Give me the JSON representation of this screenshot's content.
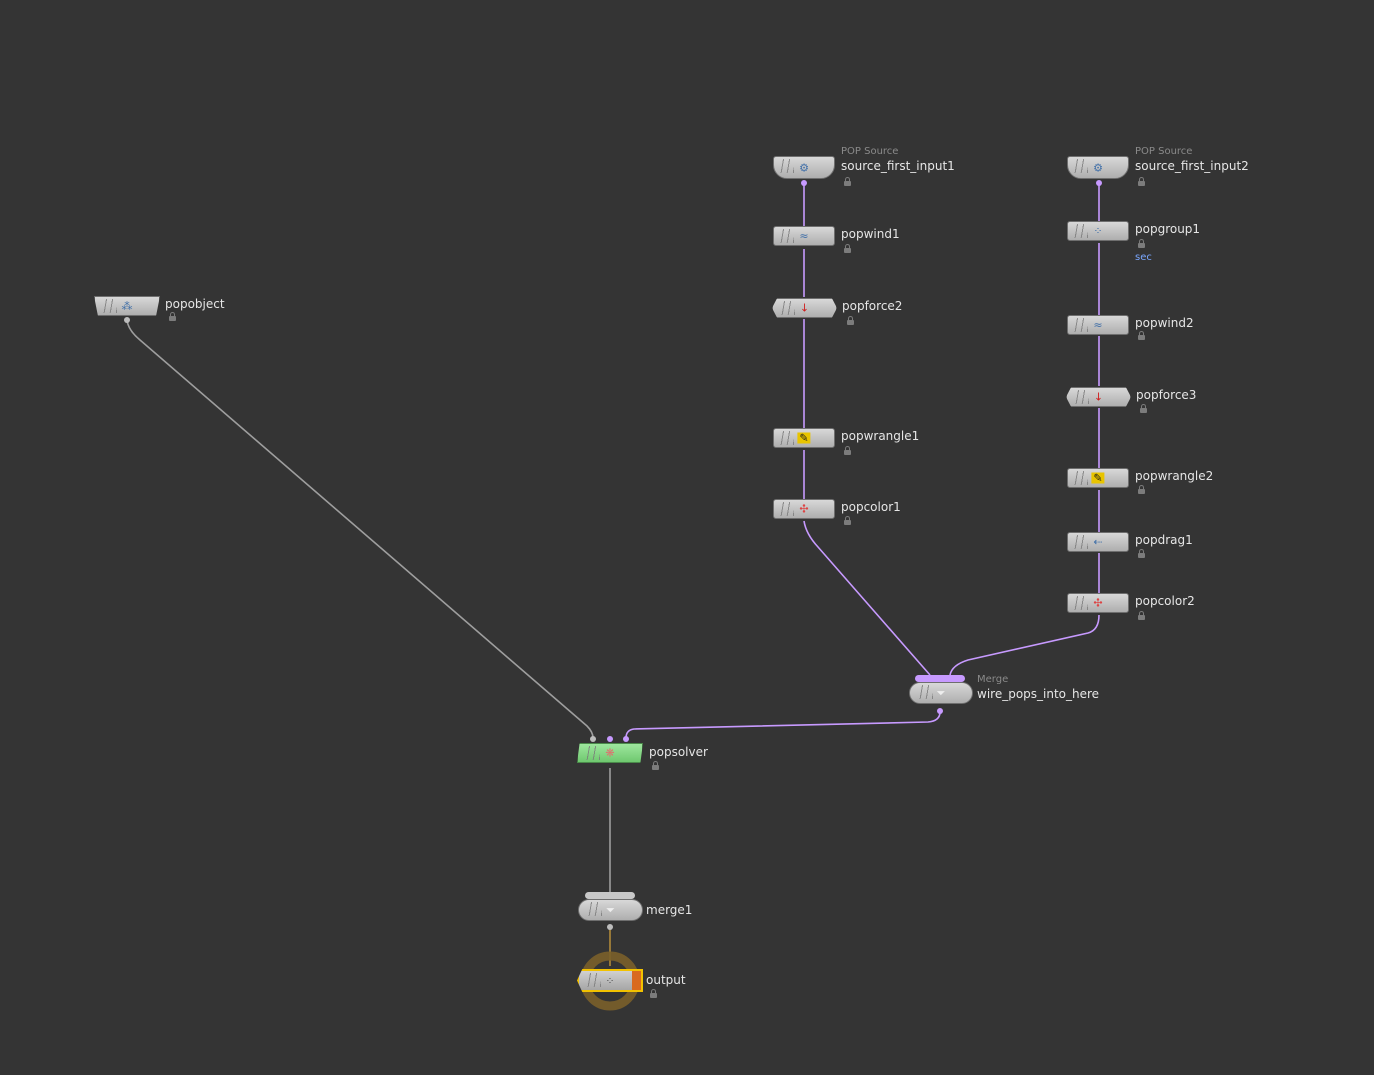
{
  "nodes": {
    "source1": {
      "type": "POP Source",
      "name": "source_first_input1",
      "icon": "pop-source-icon"
    },
    "source2": {
      "type": "POP Source",
      "name": "source_first_input2",
      "icon": "pop-source-icon"
    },
    "popwind1": {
      "name": "popwind1",
      "icon": "wind-icon"
    },
    "popwind2": {
      "name": "popwind2",
      "icon": "wind-icon"
    },
    "popgroup1": {
      "name": "popgroup1",
      "tag": "sec",
      "icon": "group-icon"
    },
    "popforce2": {
      "name": "popforce2",
      "icon": "force-icon"
    },
    "popforce3": {
      "name": "popforce3",
      "icon": "force-icon"
    },
    "popwrangle1": {
      "name": "popwrangle1",
      "icon": "wrangle-icon"
    },
    "popwrangle2": {
      "name": "popwrangle2",
      "icon": "wrangle-icon"
    },
    "popcolor1": {
      "name": "popcolor1",
      "icon": "color-icon"
    },
    "popcolor2": {
      "name": "popcolor2",
      "icon": "color-icon"
    },
    "popdrag1": {
      "name": "popdrag1",
      "icon": "drag-icon"
    },
    "popobject": {
      "name": "popobject",
      "icon": "pop-object-icon"
    },
    "merge_pops": {
      "type": "Merge",
      "name": "wire_pops_into_here",
      "icon": "merge-icon"
    },
    "popsolver": {
      "name": "popsolver",
      "icon": "solver-icon"
    },
    "merge1": {
      "name": "merge1",
      "icon": "merge-icon"
    },
    "output": {
      "name": "output",
      "icon": "output-icon"
    }
  },
  "colors": {
    "background": "#343434",
    "pop_wire": "#c79aff",
    "dop_wire": "#9e9e9e",
    "output_wire": "#b08a3a",
    "solver_node": "#8ed88e",
    "output_highlight": "#f2c200"
  }
}
